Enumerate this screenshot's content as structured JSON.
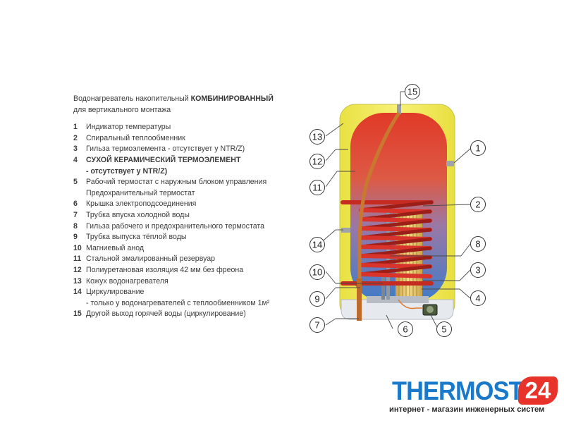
{
  "intro": {
    "line1_prefix": "Водонагреватель накопительный ",
    "line1_bold": "КОМБИНИРОВАННЫЙ",
    "line2": "для вертикального монтажа"
  },
  "legend_items": [
    {
      "num": "1",
      "text": "Индикатор температуры"
    },
    {
      "num": "2",
      "text": "Спиральный теплообменник"
    },
    {
      "num": "3",
      "text": "Гильза термоэлемента - отсутствует у NTR/Z)"
    },
    {
      "num": "4",
      "text": "СУХОЙ КЕРАМИЧЕСКИЙ ТЕРМОЭЛЕМЕНТ",
      "sub": "- отсутствует у NTR/Z)",
      "bold": true
    },
    {
      "num": "5",
      "text": "Рабочий термостат с наружным блоком управления",
      "sub": "Предохранительный термостат"
    },
    {
      "num": "6",
      "text": "Крышка электроподсоединения"
    },
    {
      "num": "7",
      "text": "Трубка впуска холодной воды"
    },
    {
      "num": "8",
      "text": "Гильза рабочего и предохранительного термостата"
    },
    {
      "num": "9",
      "text": "Трубка выпуска тёплой воды"
    },
    {
      "num": "10",
      "text": "Магниевый анод"
    },
    {
      "num": "11",
      "text": "Стальной эмалированный резервуар"
    },
    {
      "num": "12",
      "text": "Полиуретановая изоляция 42 мм без фреона"
    },
    {
      "num": "13",
      "text": "Кожух водонагревателя"
    },
    {
      "num": "14",
      "text": "Циркулирование",
      "sub": "- только у водонагревателей с теплообменником 1м²"
    },
    {
      "num": "15",
      "text": "Другой выход горячей воды (циркулирование)"
    }
  ],
  "callouts": {
    "c1": "1",
    "c2": "2",
    "c3": "3",
    "c4": "4",
    "c5": "5",
    "c6": "6",
    "c7": "7",
    "c8": "8",
    "c9": "9",
    "c10": "10",
    "c11": "11",
    "c12": "12",
    "c13": "13",
    "c14": "14",
    "c15": "15"
  },
  "logo": {
    "word": "THERMOSTAT",
    "number": "24",
    "tagline": "интернет - магазин инженерных систем"
  },
  "colors": {
    "casing": "#f3ec52",
    "hot": "#e2432c",
    "cold": "#4b7fc4",
    "coil": "#d8342b",
    "brand_blue": "#1a79c9",
    "brand_red": "#e8332a"
  }
}
